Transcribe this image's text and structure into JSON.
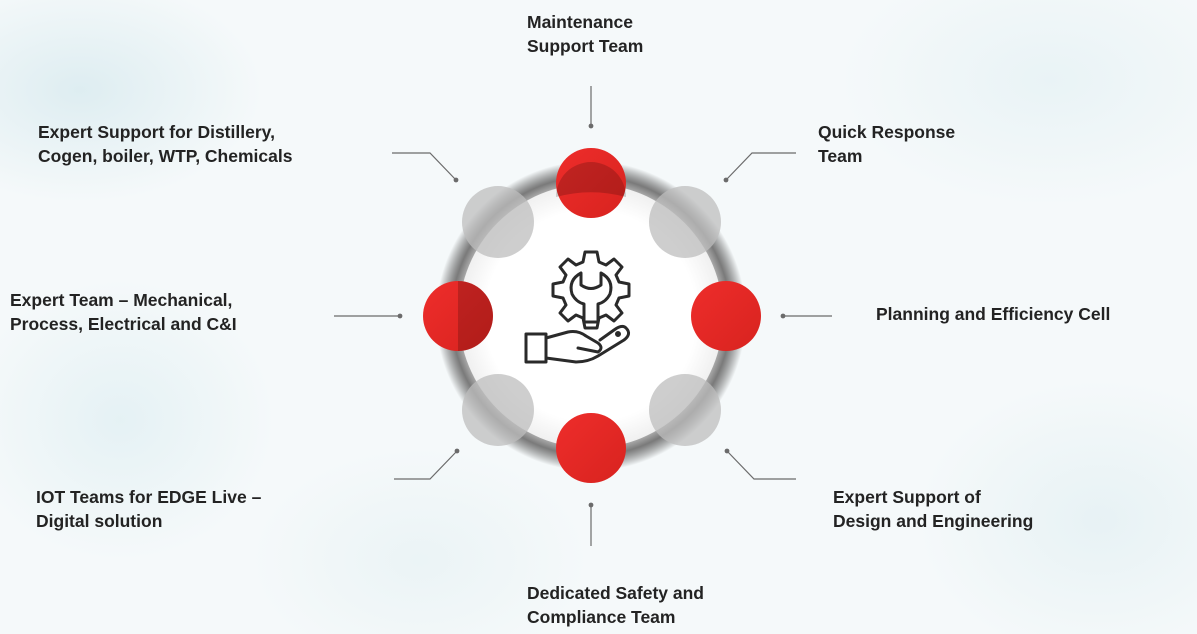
{
  "labels": {
    "maintenance": "Maintenance\nSupport Team",
    "quick_response": "Quick Response\nTeam",
    "expert_distillery": "Expert Support for Distillery,\nCogen, boiler, WTP, Chemicals",
    "expert_team_mech": "Expert Team – Mechanical,\nProcess, Electrical and C&I",
    "planning": "Planning and Efficiency Cell",
    "iot": "IOT Teams for EDGE Live –\nDigital solution",
    "design_eng": "Expert Support of\nDesign and Engineering",
    "safety": "Dedicated Safety and\nCompliance Team"
  },
  "center_icon": "gear-hand-icon",
  "colors": {
    "accent_red": "#e8292b",
    "node_gray": "#c9c9c9",
    "ring_gray": "#6f6f6f",
    "connector": "#6b6b6b"
  }
}
